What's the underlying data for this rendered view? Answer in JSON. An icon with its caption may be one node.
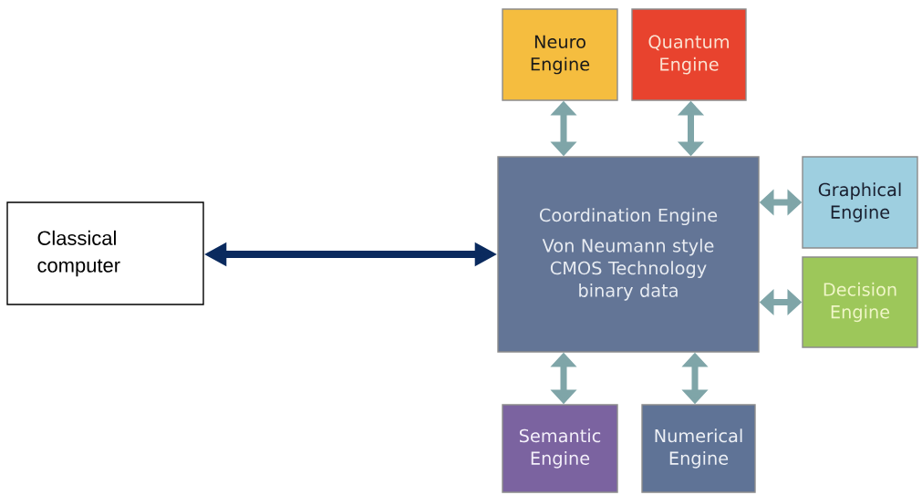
{
  "diagram": {
    "nodes": [
      {
        "text": [
          "Classical computer"
        ]
      },
      {
        "text": [
          "Neuro Engine"
        ]
      },
      {
        "text": [
          "Quantum Engine"
        ]
      },
      {
        "text": [
          "Coordination Engine",
          "Von Neumann style CMOS Technology binary data"
        ]
      },
      {
        "text": [
          "Graphical Engine"
        ]
      },
      {
        "text": [
          "Decision Engine"
        ]
      },
      {
        "text": [
          "Semantic Engine"
        ]
      },
      {
        "text": [
          "Numerical Engine"
        ]
      }
    ],
    "edges": [
      {
        "from": 0,
        "to": 3,
        "arrow": "both",
        "color": "#0a2a5e"
      },
      {
        "from": 1,
        "to": 3,
        "arrow": "both"
      },
      {
        "from": 2,
        "to": 3,
        "arrow": "both"
      },
      {
        "from": 3,
        "to": 4,
        "arrow": "both"
      },
      {
        "from": 3,
        "to": 5,
        "arrow": "both"
      },
      {
        "from": 3,
        "to": 6,
        "arrow": "both"
      },
      {
        "from": 3,
        "to": 7,
        "arrow": "both"
      }
    ]
  }
}
